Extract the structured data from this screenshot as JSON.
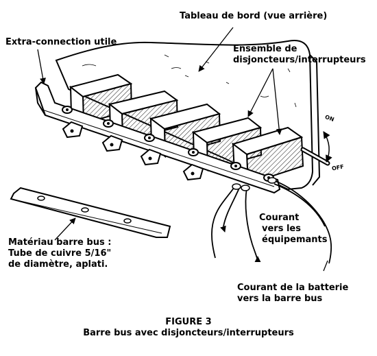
{
  "labels": {
    "dashboard": "Tableau de bord (vue arrière)",
    "extra_connection": "Extra-connection utile",
    "breaker_set_line1": "Ensemble de",
    "breaker_set_line2": "disjoncteurs/interrupteurs",
    "on": "ON",
    "off": "OFF",
    "current_out_line1": "Courant",
    "current_out_line2": "vers les",
    "current_out_line3": "équipemants",
    "material_line1": "Matériau barre bus :",
    "material_line2": "Tube de cuivre 5/16\"",
    "material_line3": "de diamètre, aplati.",
    "battery_line1": "Courant de la batterie",
    "battery_line2": "vers la barre bus"
  },
  "caption": {
    "figure": "FIGURE 3",
    "title": "Barre bus avec disjoncteurs/interrupteurs"
  },
  "colors": {
    "ink": "#000000",
    "paper": "#ffffff",
    "hatch": "#333333"
  }
}
